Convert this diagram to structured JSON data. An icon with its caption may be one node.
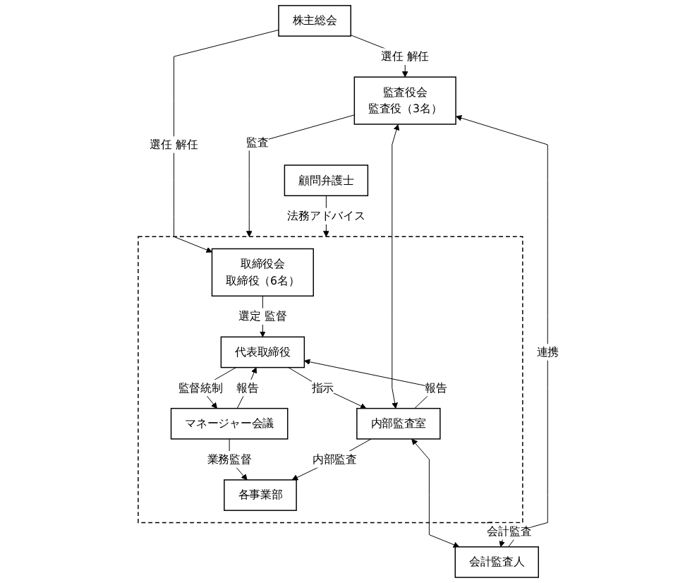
{
  "diagram": {
    "nodes": [
      {
        "text": [
          "株主総会"
        ]
      },
      {
        "text": [],
        "shape": "box"
      },
      {
        "text": [
          "取締役会",
          "取締役（6名）"
        ],
        "in": 1
      },
      {
        "text": [
          "代表取締役"
        ],
        "in": 1
      },
      {
        "text": [
          "内部監査室"
        ],
        "in": 1
      },
      {
        "text": [
          "マネージャー会議"
        ],
        "in": 1
      },
      {
        "text": [
          "各事業部"
        ],
        "in": 1
      },
      {
        "text": [
          "監査役会",
          "監査役（3名）"
        ]
      },
      {
        "text": [
          "会計監査人"
        ]
      },
      {
        "text": [
          "顧問弁護士"
        ]
      }
    ],
    "edges": [
      {
        "from": 0,
        "to": 2,
        "arrow": "to",
        "label": "選任 解任"
      },
      {
        "from": 0,
        "to": 7,
        "arrow": "to",
        "label": "選任 解任"
      },
      {
        "from": 2,
        "to": 3,
        "arrow": "to",
        "label": "選定 監督"
      },
      {
        "from": 4,
        "to": 3,
        "arrow": "to",
        "label": "報告"
      },
      {
        "from": 3,
        "to": 4,
        "arrow": "to",
        "label": "指示"
      },
      {
        "from": 3,
        "to": 5,
        "arrow": "to",
        "label": "監督統制"
      },
      {
        "from": 5,
        "to": 3,
        "arrow": "to",
        "label": "報告"
      },
      {
        "from": 5,
        "to": 6,
        "arrow": "to",
        "label": "業務監督"
      },
      {
        "from": 4,
        "to": 6,
        "arrow": "to",
        "label": "内部監査"
      },
      {
        "from": 7,
        "to": 1,
        "arrow": "to",
        "label": "監査"
      },
      {
        "from": 7,
        "to": 4,
        "arrow": "both"
      },
      {
        "from": 4,
        "to": 8,
        "arrow": "both"
      },
      {
        "from": 7,
        "to": 8,
        "arrow": "both",
        "label": "連携"
      },
      {
        "from": 8,
        "to": 1,
        "arrow": "to",
        "label": "会計監査"
      },
      {
        "from": 9,
        "to": 1,
        "arrow": "to",
        "label": "法務アドバイス"
      }
    ]
  }
}
